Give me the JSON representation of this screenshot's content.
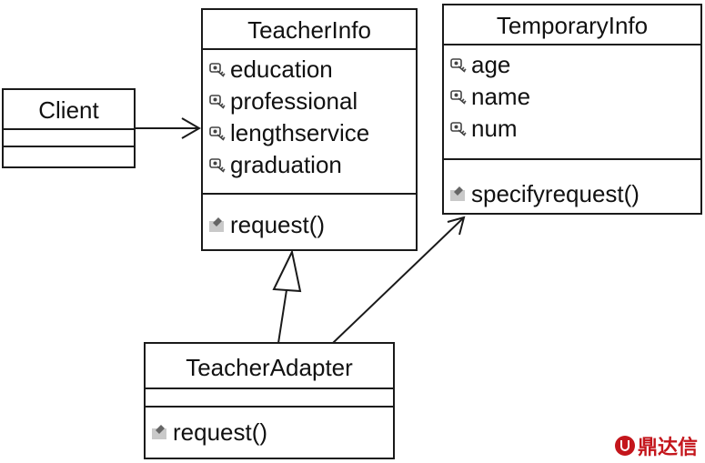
{
  "teacherinfo": {
    "name": "TeacherInfo",
    "attributes": [
      "education",
      "professional",
      "lengthservice",
      "graduation"
    ],
    "operations": [
      "request()"
    ]
  },
  "temporaryinfo": {
    "name": "TemporaryInfo",
    "attributes": [
      "age",
      "name",
      "num"
    ],
    "operations": [
      "specifyrequest()"
    ]
  },
  "client": {
    "name": "Client"
  },
  "teacheradapter": {
    "name": "TeacherAdapter",
    "operations": [
      "request()"
    ]
  },
  "watermark": {
    "text": "鼎达信",
    "color": "#c4161c"
  },
  "icons": {
    "attribute": "key-field-icon",
    "operation": "method-icon"
  }
}
